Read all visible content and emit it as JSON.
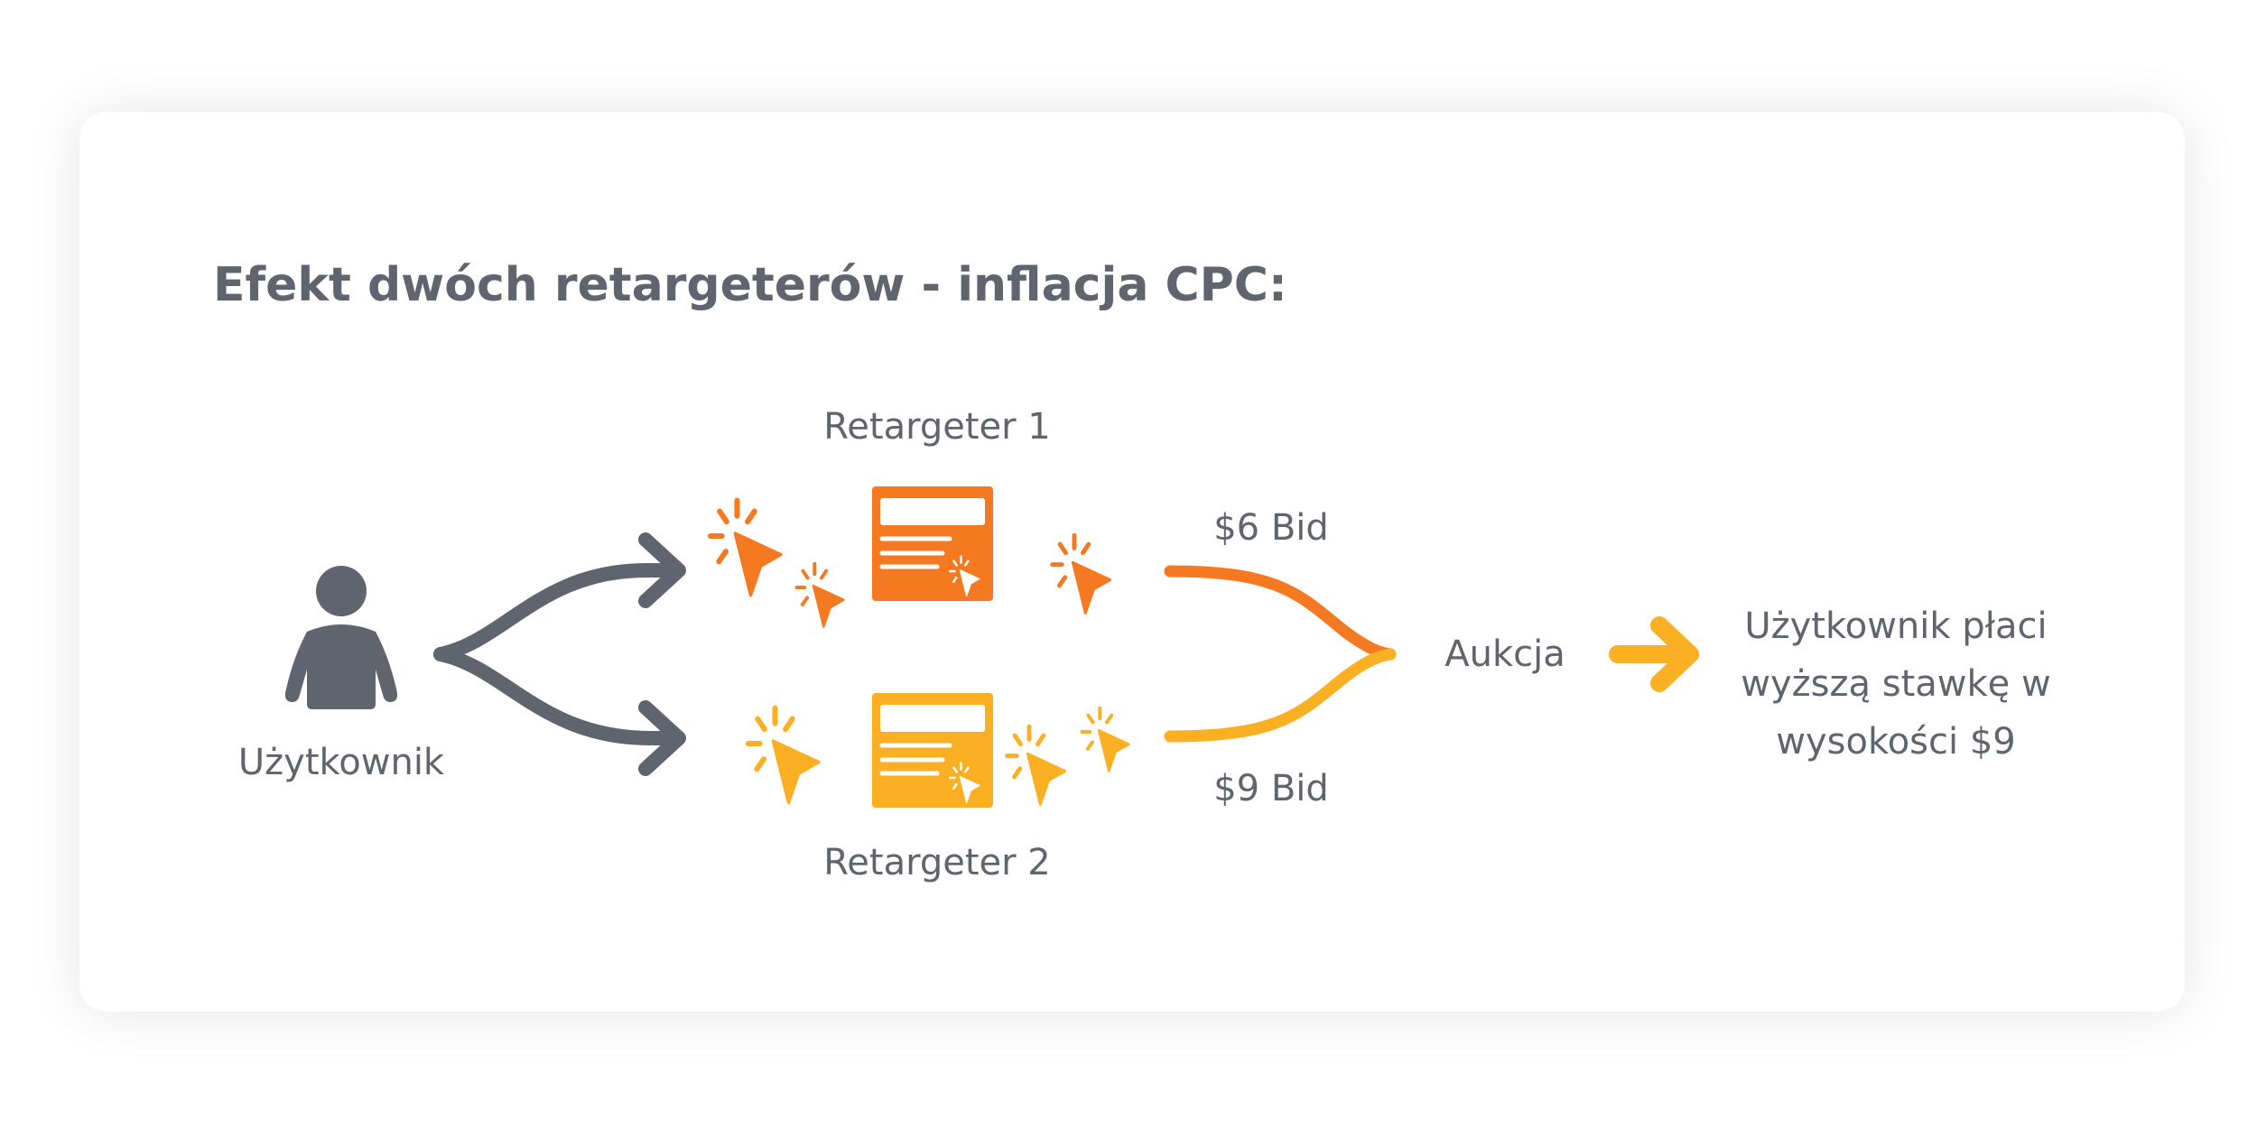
{
  "title": "Efekt dwóch retargeterów - inflacja CPC:",
  "user_label": "Użytkownik",
  "retargeter1": {
    "label": "Retargeter 1",
    "bid": "$6 Bid",
    "color": "#f47920"
  },
  "retargeter2": {
    "label": "Retargeter 2",
    "bid": "$9 Bid",
    "color": "#fbb024"
  },
  "auction_label": "Aukcja",
  "result_lines": [
    "Użytkownik płaci",
    "wyższą stawkę w",
    "wysokości $9"
  ],
  "colors": {
    "text": "#5f646e",
    "icon": "#5f646e"
  }
}
